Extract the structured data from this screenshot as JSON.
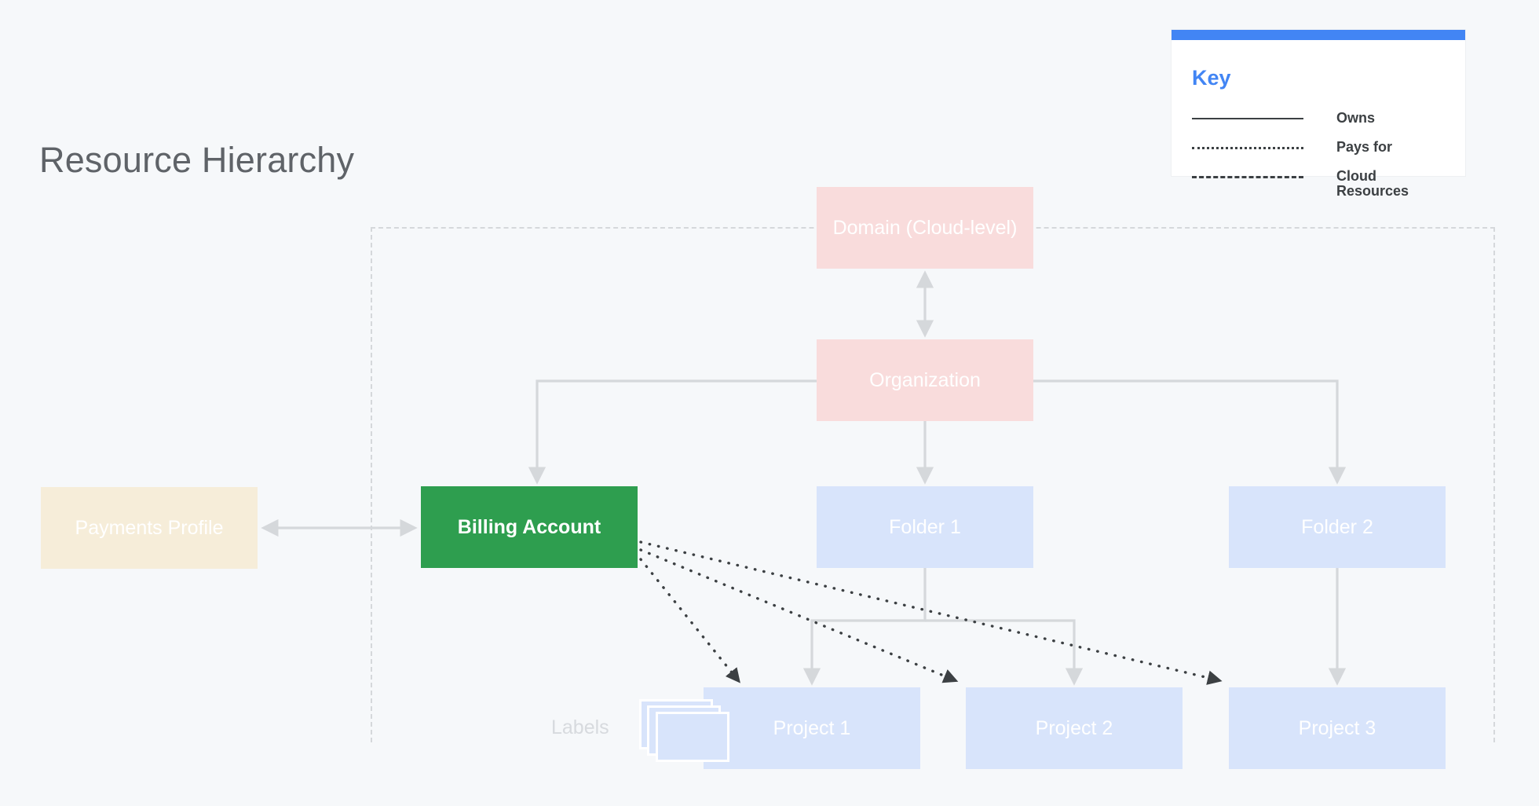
{
  "page": {
    "title": "Resource Hierarchy",
    "background_color": "#f6f8fa"
  },
  "key": {
    "title": "Key",
    "accent_color": "#4285f4",
    "rows": [
      {
        "style": "solid",
        "label": "Owns",
        "icon": "solid-line-icon"
      },
      {
        "style": "dotted",
        "label": "Pays for",
        "icon": "dotted-line-icon"
      },
      {
        "style": "dashed",
        "label": "Cloud\nResources",
        "icon": "dashed-line-icon"
      }
    ]
  },
  "nodes": {
    "domain": {
      "label": "Domain (Cloud-level)",
      "color": "#f9dcdc"
    },
    "org": {
      "label": "Organization",
      "color": "#f9dcdc"
    },
    "billing": {
      "label": "Billing Account",
      "color": "#2e9e4f"
    },
    "payments": {
      "label": "Payments Profile",
      "color": "#f6edd9"
    },
    "folder1": {
      "label": "Folder 1",
      "color": "#d8e4fb"
    },
    "folder2": {
      "label": "Folder 2",
      "color": "#d8e4fb"
    },
    "project1": {
      "label": "Project 1",
      "color": "#d8e4fb"
    },
    "project2": {
      "label": "Project 2",
      "color": "#d8e4fb"
    },
    "project3": {
      "label": "Project 3",
      "color": "#d8e4fb"
    }
  },
  "labels_group": {
    "caption": "Labels",
    "icon": "stacked-cards-icon"
  },
  "edges": {
    "owns_color": "#d5d8db",
    "pays_for_color": "#3c4043",
    "boundary_color": "#d5d8db",
    "relations": [
      {
        "from": "domain",
        "to": "org",
        "type": "owns",
        "arrow": "both"
      },
      {
        "from": "org",
        "to": "billing",
        "type": "owns",
        "arrow": "end"
      },
      {
        "from": "org",
        "to": "folder1",
        "type": "owns",
        "arrow": "end"
      },
      {
        "from": "org",
        "to": "folder2",
        "type": "owns",
        "arrow": "end"
      },
      {
        "from": "payments",
        "to": "billing",
        "type": "owns",
        "arrow": "both"
      },
      {
        "from": "folder1",
        "to": "project1",
        "type": "owns",
        "arrow": "end"
      },
      {
        "from": "folder1",
        "to": "project2",
        "type": "owns",
        "arrow": "end"
      },
      {
        "from": "folder2",
        "to": "project3",
        "type": "owns",
        "arrow": "end"
      },
      {
        "from": "billing",
        "to": "project1",
        "type": "pays for",
        "arrow": "end"
      },
      {
        "from": "billing",
        "to": "project2",
        "type": "pays for",
        "arrow": "end"
      },
      {
        "from": "billing",
        "to": "project3",
        "type": "pays for",
        "arrow": "end"
      }
    ]
  }
}
